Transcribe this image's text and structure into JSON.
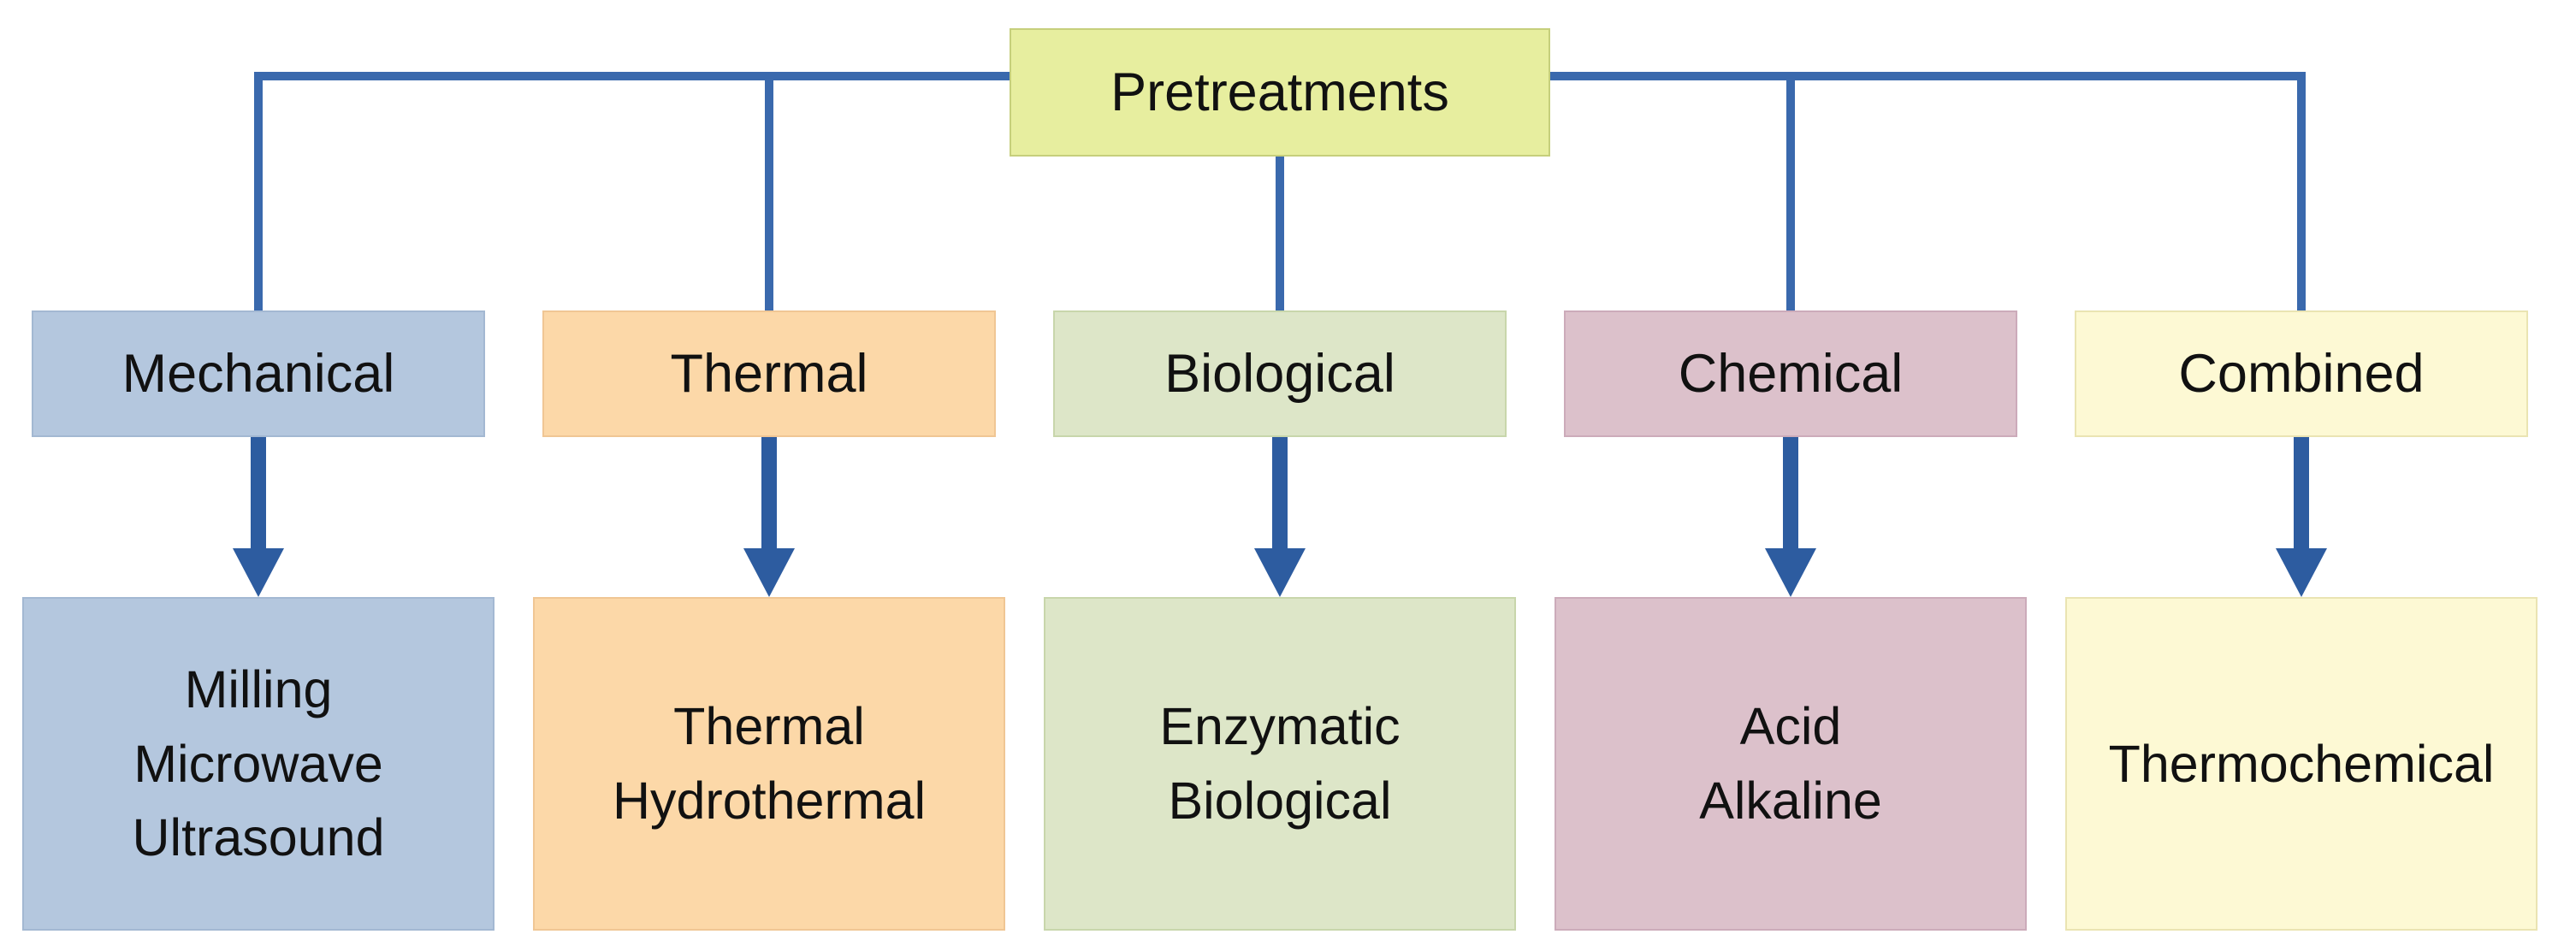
{
  "figure": {
    "type": "flowchart",
    "root": {
      "label": "Pretreatments",
      "fill": "#e7ee9f",
      "border": "#c6cf7c"
    },
    "columns": [
      {
        "label": "Mechanical",
        "detail": "Milling\nMicrowave\nUltrasound",
        "detail_lines": [
          "Milling",
          "Microwave",
          "Ultrasound"
        ],
        "fill": "#b4c7de",
        "border": "#a3b8d2"
      },
      {
        "label": "Thermal",
        "detail": "Thermal\nHydrothermal",
        "detail_lines": [
          "Thermal",
          "Hydrothermal"
        ],
        "fill": "#fcd8a8",
        "border": "#f0c694"
      },
      {
        "label": "Biological",
        "detail": "Enzymatic\nBiological",
        "detail_lines": [
          "Enzymatic",
          "Biological"
        ],
        "fill": "#dde6c8",
        "border": "#c8d6ab"
      },
      {
        "label": "Chemical",
        "detail": "Acid\nAlkaline",
        "detail_lines": [
          "Acid",
          "Alkaline"
        ],
        "fill": "#dcc1cb",
        "border": "#ccabba"
      },
      {
        "label": "Combined",
        "detail": "Thermochemical",
        "detail_lines": [
          "Thermochemical"
        ],
        "fill": "#fdf9d4",
        "border": "#eae4b2"
      }
    ],
    "colors": {
      "connector_line": "#3a69ad",
      "arrow": "#2d5ca0",
      "text": "#111111",
      "background": "#ffffff"
    }
  }
}
